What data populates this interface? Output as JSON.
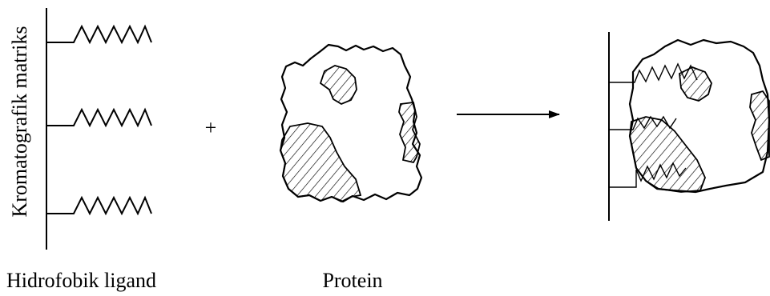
{
  "labels": {
    "matrix": "Kromatografik matriks",
    "ligand": "Hidrofobik ligand",
    "protein": "Protein",
    "plus": "+"
  }
}
